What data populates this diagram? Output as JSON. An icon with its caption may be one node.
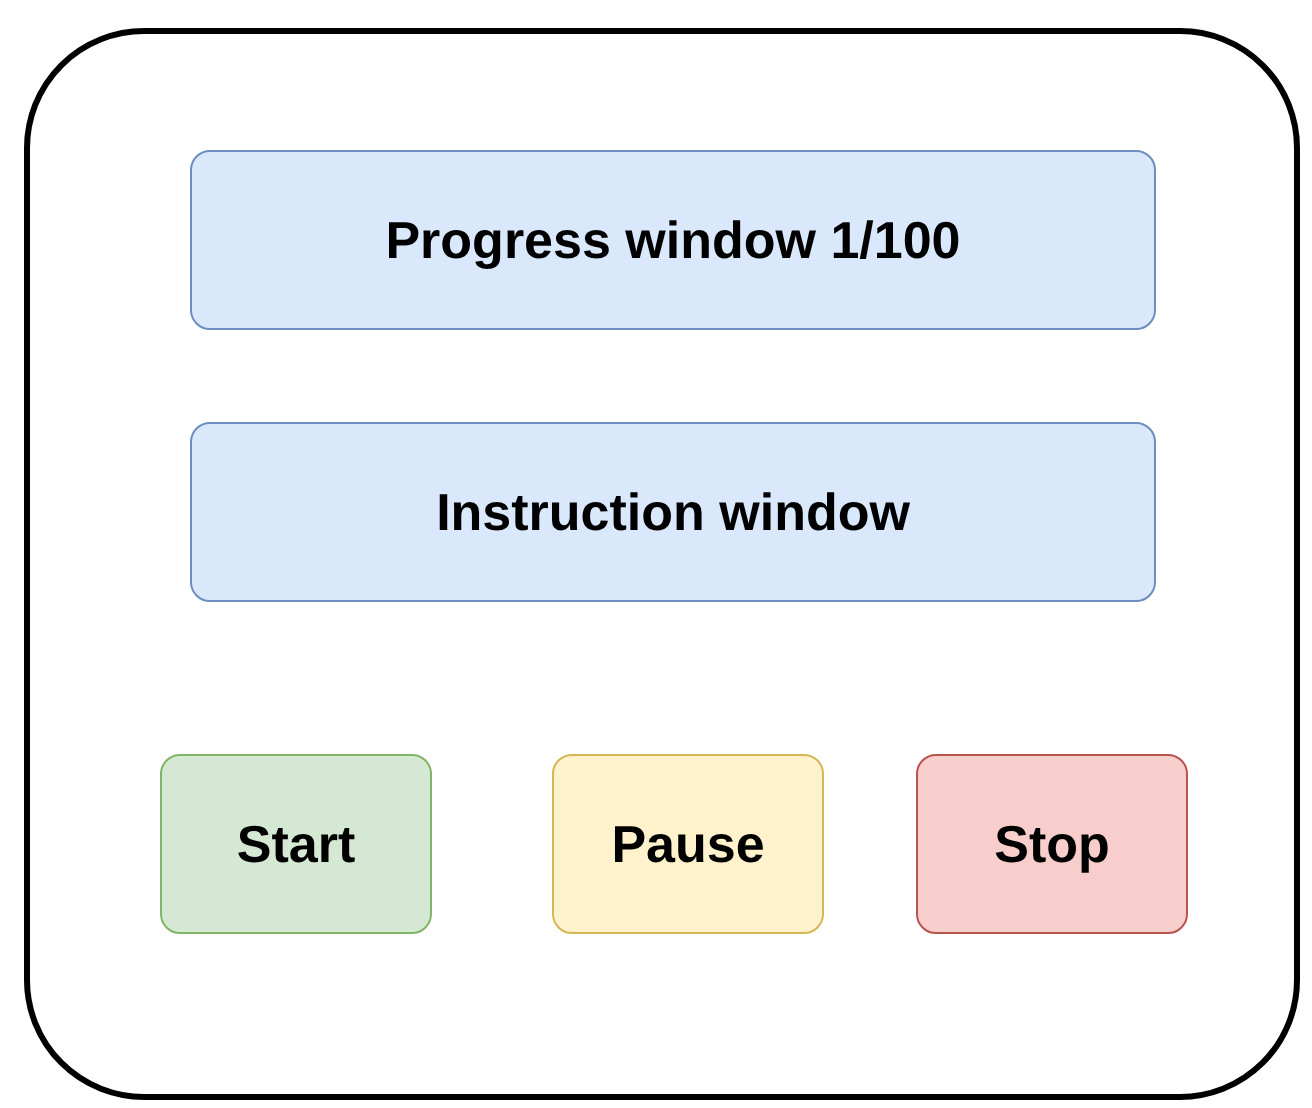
{
  "diagram": {
    "nodes": [
      {
        "text": [],
        "shape": "box"
      },
      {
        "text": [
          "Progress window 1/100"
        ],
        "in": 0
      },
      {
        "text": [
          "Instruction window"
        ],
        "in": 0
      },
      {
        "text": [
          "Start"
        ],
        "in": 0
      },
      {
        "text": [
          "Pause"
        ],
        "in": 0
      },
      {
        "text": [
          "Stop"
        ],
        "in": 0
      }
    ]
  }
}
